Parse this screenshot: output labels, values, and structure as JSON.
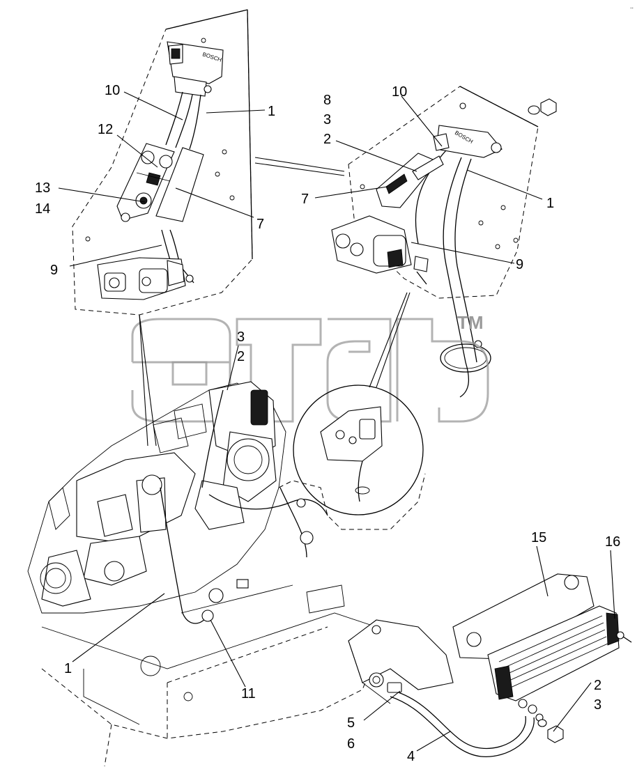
{
  "labels": {
    "l_10a": "10",
    "l_1a": "1",
    "l_12": "12",
    "l_13": "13",
    "l_14": "14",
    "l_7a": "7",
    "l_9a": "9",
    "l_8": "8",
    "l_3a": "3",
    "l_2a": "2",
    "l_10b": "10",
    "l_7b": "7",
    "l_1b": "1",
    "l_9b": "9",
    "l_3b": "3",
    "l_2b": "2",
    "l_1c": "1",
    "l_11": "11",
    "l_15": "15",
    "l_16": "16",
    "l_2c": "2",
    "l_3c": "3",
    "l_5": "5",
    "l_6": "6",
    "l_4": "4"
  },
  "brand_text": {
    "bosch_left": "BOSCH",
    "bosch_right": "BOSCH"
  },
  "watermark": {
    "trademark": "TM"
  }
}
